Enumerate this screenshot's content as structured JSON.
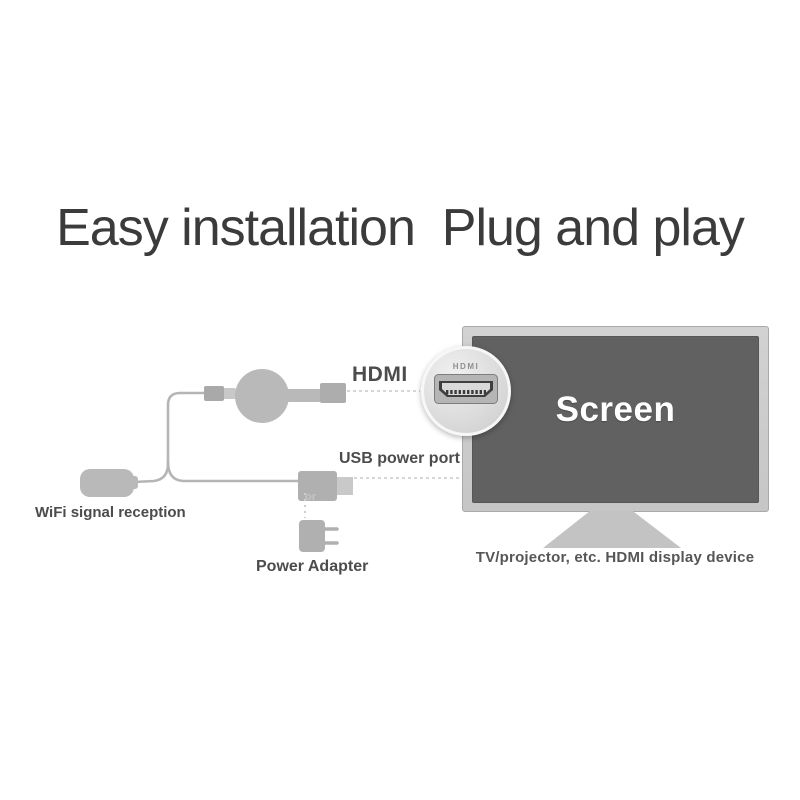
{
  "title": "Easy installation  Plug and play",
  "labels": {
    "hdmi": "HDMI",
    "usb_power_port": "USB power port",
    "wifi": "WiFi signal reception",
    "or": "or",
    "power_adapter": "Power Adapter"
  },
  "tv": {
    "screen": "Screen",
    "caption": "TV/projector, etc. HDMI display device",
    "callout_port": "HDMI"
  },
  "colors": {
    "title_text": "#3b3b3b",
    "label_text": "#4c4c4c",
    "muted_text": "#c4c4c4",
    "caption_text": "#565656",
    "tv_bezel": "#c8c8c8",
    "tv_screen": "#616161",
    "screen_text": "#ffffff",
    "stand_gray": "#c3c3c3",
    "device_gray": "#b5b5b5",
    "connector_gray": "#adadad",
    "dashed_line": "#c9c9c9"
  }
}
